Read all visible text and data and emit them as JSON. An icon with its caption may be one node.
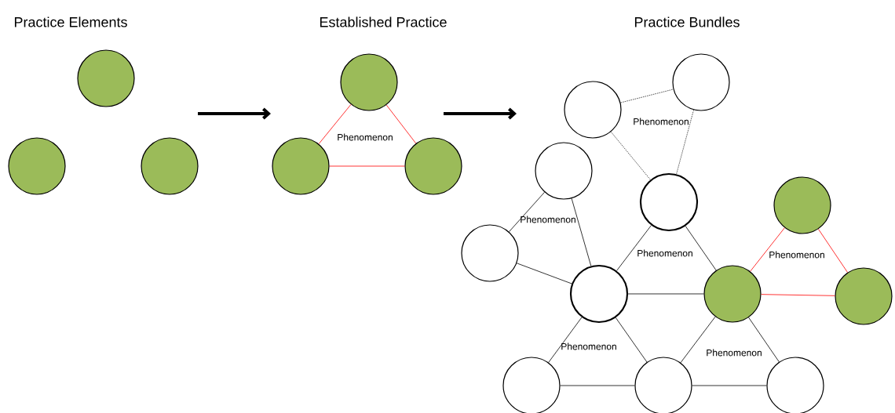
{
  "diagram": {
    "nodes": [
      {
        "text": [],
        "shape": "circle"
      },
      {
        "text": [],
        "shape": "circle"
      },
      {
        "text": [],
        "shape": "circle"
      },
      {
        "text": [],
        "shape": "circle"
      },
      {
        "text": [],
        "shape": "circle"
      },
      {
        "text": [],
        "shape": "circle"
      },
      {
        "text": [],
        "shape": "circle"
      },
      {
        "text": [],
        "shape": "circle"
      },
      {
        "text": [],
        "shape": "circle"
      },
      {
        "text": [],
        "shape": "circle"
      },
      {
        "text": [],
        "shape": "circle"
      },
      {
        "text": [],
        "shape": "circle"
      },
      {
        "text": [],
        "shape": "circle"
      },
      {
        "text": [],
        "shape": "circle"
      },
      {
        "text": [],
        "shape": "circle"
      },
      {
        "text": [],
        "shape": "circle"
      },
      {
        "text": [],
        "shape": "circle"
      },
      {
        "text": [],
        "shape": "circle"
      }
    ],
    "edges": [
      {
        "from": 3,
        "to": 4,
        "arrow": "none",
        "color": "#ff0000"
      },
      {
        "from": 3,
        "to": 5,
        "arrow": "none",
        "color": "#ff0000"
      },
      {
        "from": 4,
        "to": 5,
        "arrow": "none",
        "color": "#ff0000"
      },
      {
        "from": 6,
        "to": 7,
        "arrow": "none",
        "style": "dashed"
      },
      {
        "from": 6,
        "to": 9,
        "arrow": "none",
        "style": "dashed"
      },
      {
        "from": 7,
        "to": 9,
        "arrow": "none",
        "style": "dashed"
      },
      {
        "from": 8,
        "to": 11,
        "arrow": "none"
      },
      {
        "from": 8,
        "to": 12,
        "arrow": "none"
      },
      {
        "from": 9,
        "to": 12,
        "arrow": "none"
      },
      {
        "from": 9,
        "to": 13,
        "arrow": "none"
      },
      {
        "from": 11,
        "to": 12,
        "arrow": "none"
      },
      {
        "from": 12,
        "to": 13,
        "arrow": "none"
      },
      {
        "from": 10,
        "to": 13,
        "arrow": "none",
        "color": "#ff0000"
      },
      {
        "from": 10,
        "to": 14,
        "arrow": "none",
        "color": "#ff0000"
      },
      {
        "from": 13,
        "to": 14,
        "arrow": "none",
        "color": "#ff0000"
      },
      {
        "from": 12,
        "to": 15,
        "arrow": "none"
      },
      {
        "from": 12,
        "to": 16,
        "arrow": "none"
      },
      {
        "from": 13,
        "to": 16,
        "arrow": "none"
      },
      {
        "from": 13,
        "to": 17,
        "arrow": "none"
      },
      {
        "from": 15,
        "to": 16,
        "arrow": "none"
      },
      {
        "from": 16,
        "to": 17,
        "arrow": "none"
      }
    ],
    "labels": [
      "Practice Elements",
      "Established Practice",
      "Practice Bundles",
      "Phenomenon",
      "Phenomenon",
      "Phenomenon",
      "Phenomenon",
      "Phenomenon",
      "Phenomenon",
      "Phenomenon"
    ]
  }
}
